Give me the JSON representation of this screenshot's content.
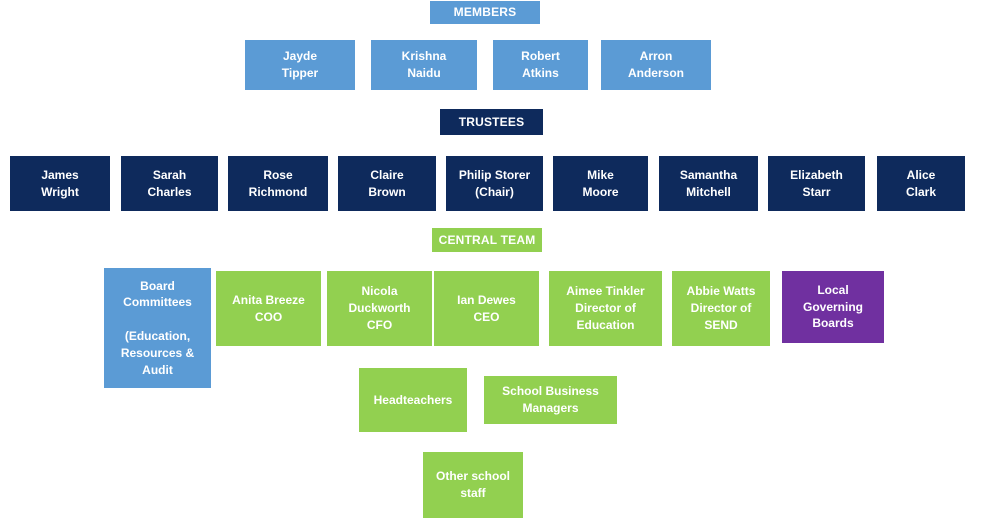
{
  "colors": {
    "member_blue": "#5B9BD5",
    "trustee_navy": "#0E2A5C",
    "team_green": "#92D050",
    "lgb_purple": "#7030A0"
  },
  "members": {
    "header": "MEMBERS",
    "people": [
      "Jayde\nTipper",
      "Krishna\nNaidu",
      "Robert\nAtkins",
      "Arron\nAnderson"
    ]
  },
  "trustees": {
    "header": "TRUSTEES",
    "people": [
      "James\nWright",
      "Sarah\nCharles",
      "Rose\nRichmond",
      "Claire\nBrown",
      "Philip Storer\n(Chair)",
      "Mike\nMoore",
      "Samantha\nMitchell",
      "Elizabeth\nStarr",
      "Alice\nClark"
    ]
  },
  "central_team": {
    "header": "CENTRAL TEAM",
    "board_committees": "Board\nCommittees\n\n(Education,\nResources &\nAudit",
    "staff": [
      {
        "name": "Anita Breeze",
        "role": "COO"
      },
      {
        "name": "Nicola\nDuckworth",
        "role": "CFO"
      },
      {
        "name": "Ian Dewes",
        "role": "CEO"
      },
      {
        "name": "Aimee Tinkler",
        "role": "Director of\nEducation"
      },
      {
        "name": "Abbie Watts",
        "role": "Director of\nSEND"
      }
    ],
    "local_governing_boards": "Local\nGoverning\nBoards",
    "headteachers": "Headteachers",
    "school_business_managers": "School Business\nManagers",
    "other_school_staff": "Other school\nstaff"
  }
}
